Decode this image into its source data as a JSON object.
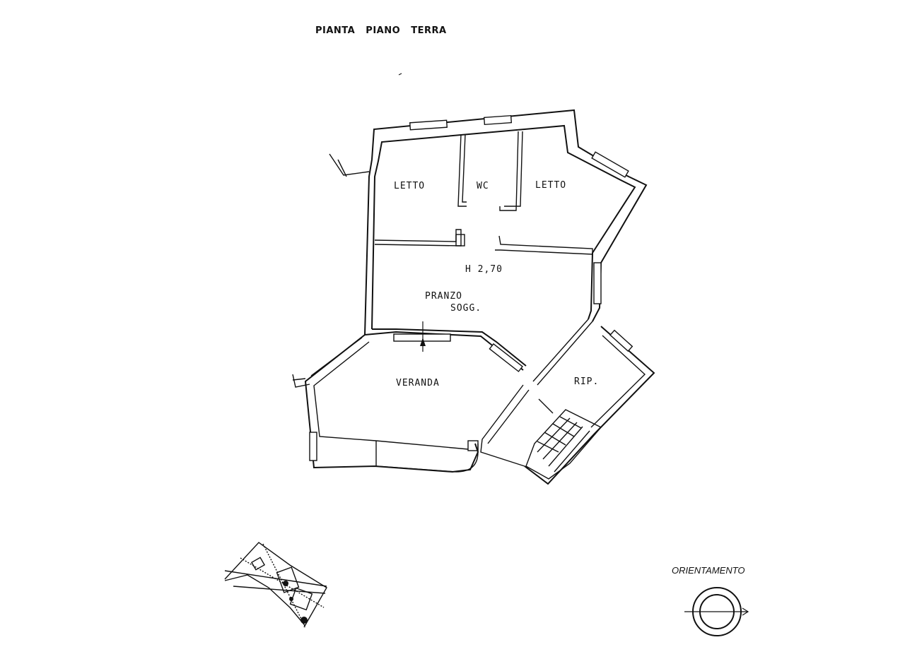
{
  "plan": {
    "title": "PIANTA   PIANO   TERRA",
    "height_label": "H 2,70"
  },
  "rooms": [
    {
      "label": "LETTO"
    },
    {
      "label": "WC"
    },
    {
      "label": "LETTO"
    },
    {
      "label": "PRANZO"
    },
    {
      "label": "SOGG."
    },
    {
      "label": "VERANDA"
    },
    {
      "label": "RIP."
    }
  ],
  "orientation": {
    "label": "ORIENTAMENTO",
    "icon": "compass-icon"
  },
  "site_map": {
    "icon": "site-location-thumbnail"
  },
  "colors": {
    "ink": "#111111",
    "paper": "#ffffff"
  }
}
